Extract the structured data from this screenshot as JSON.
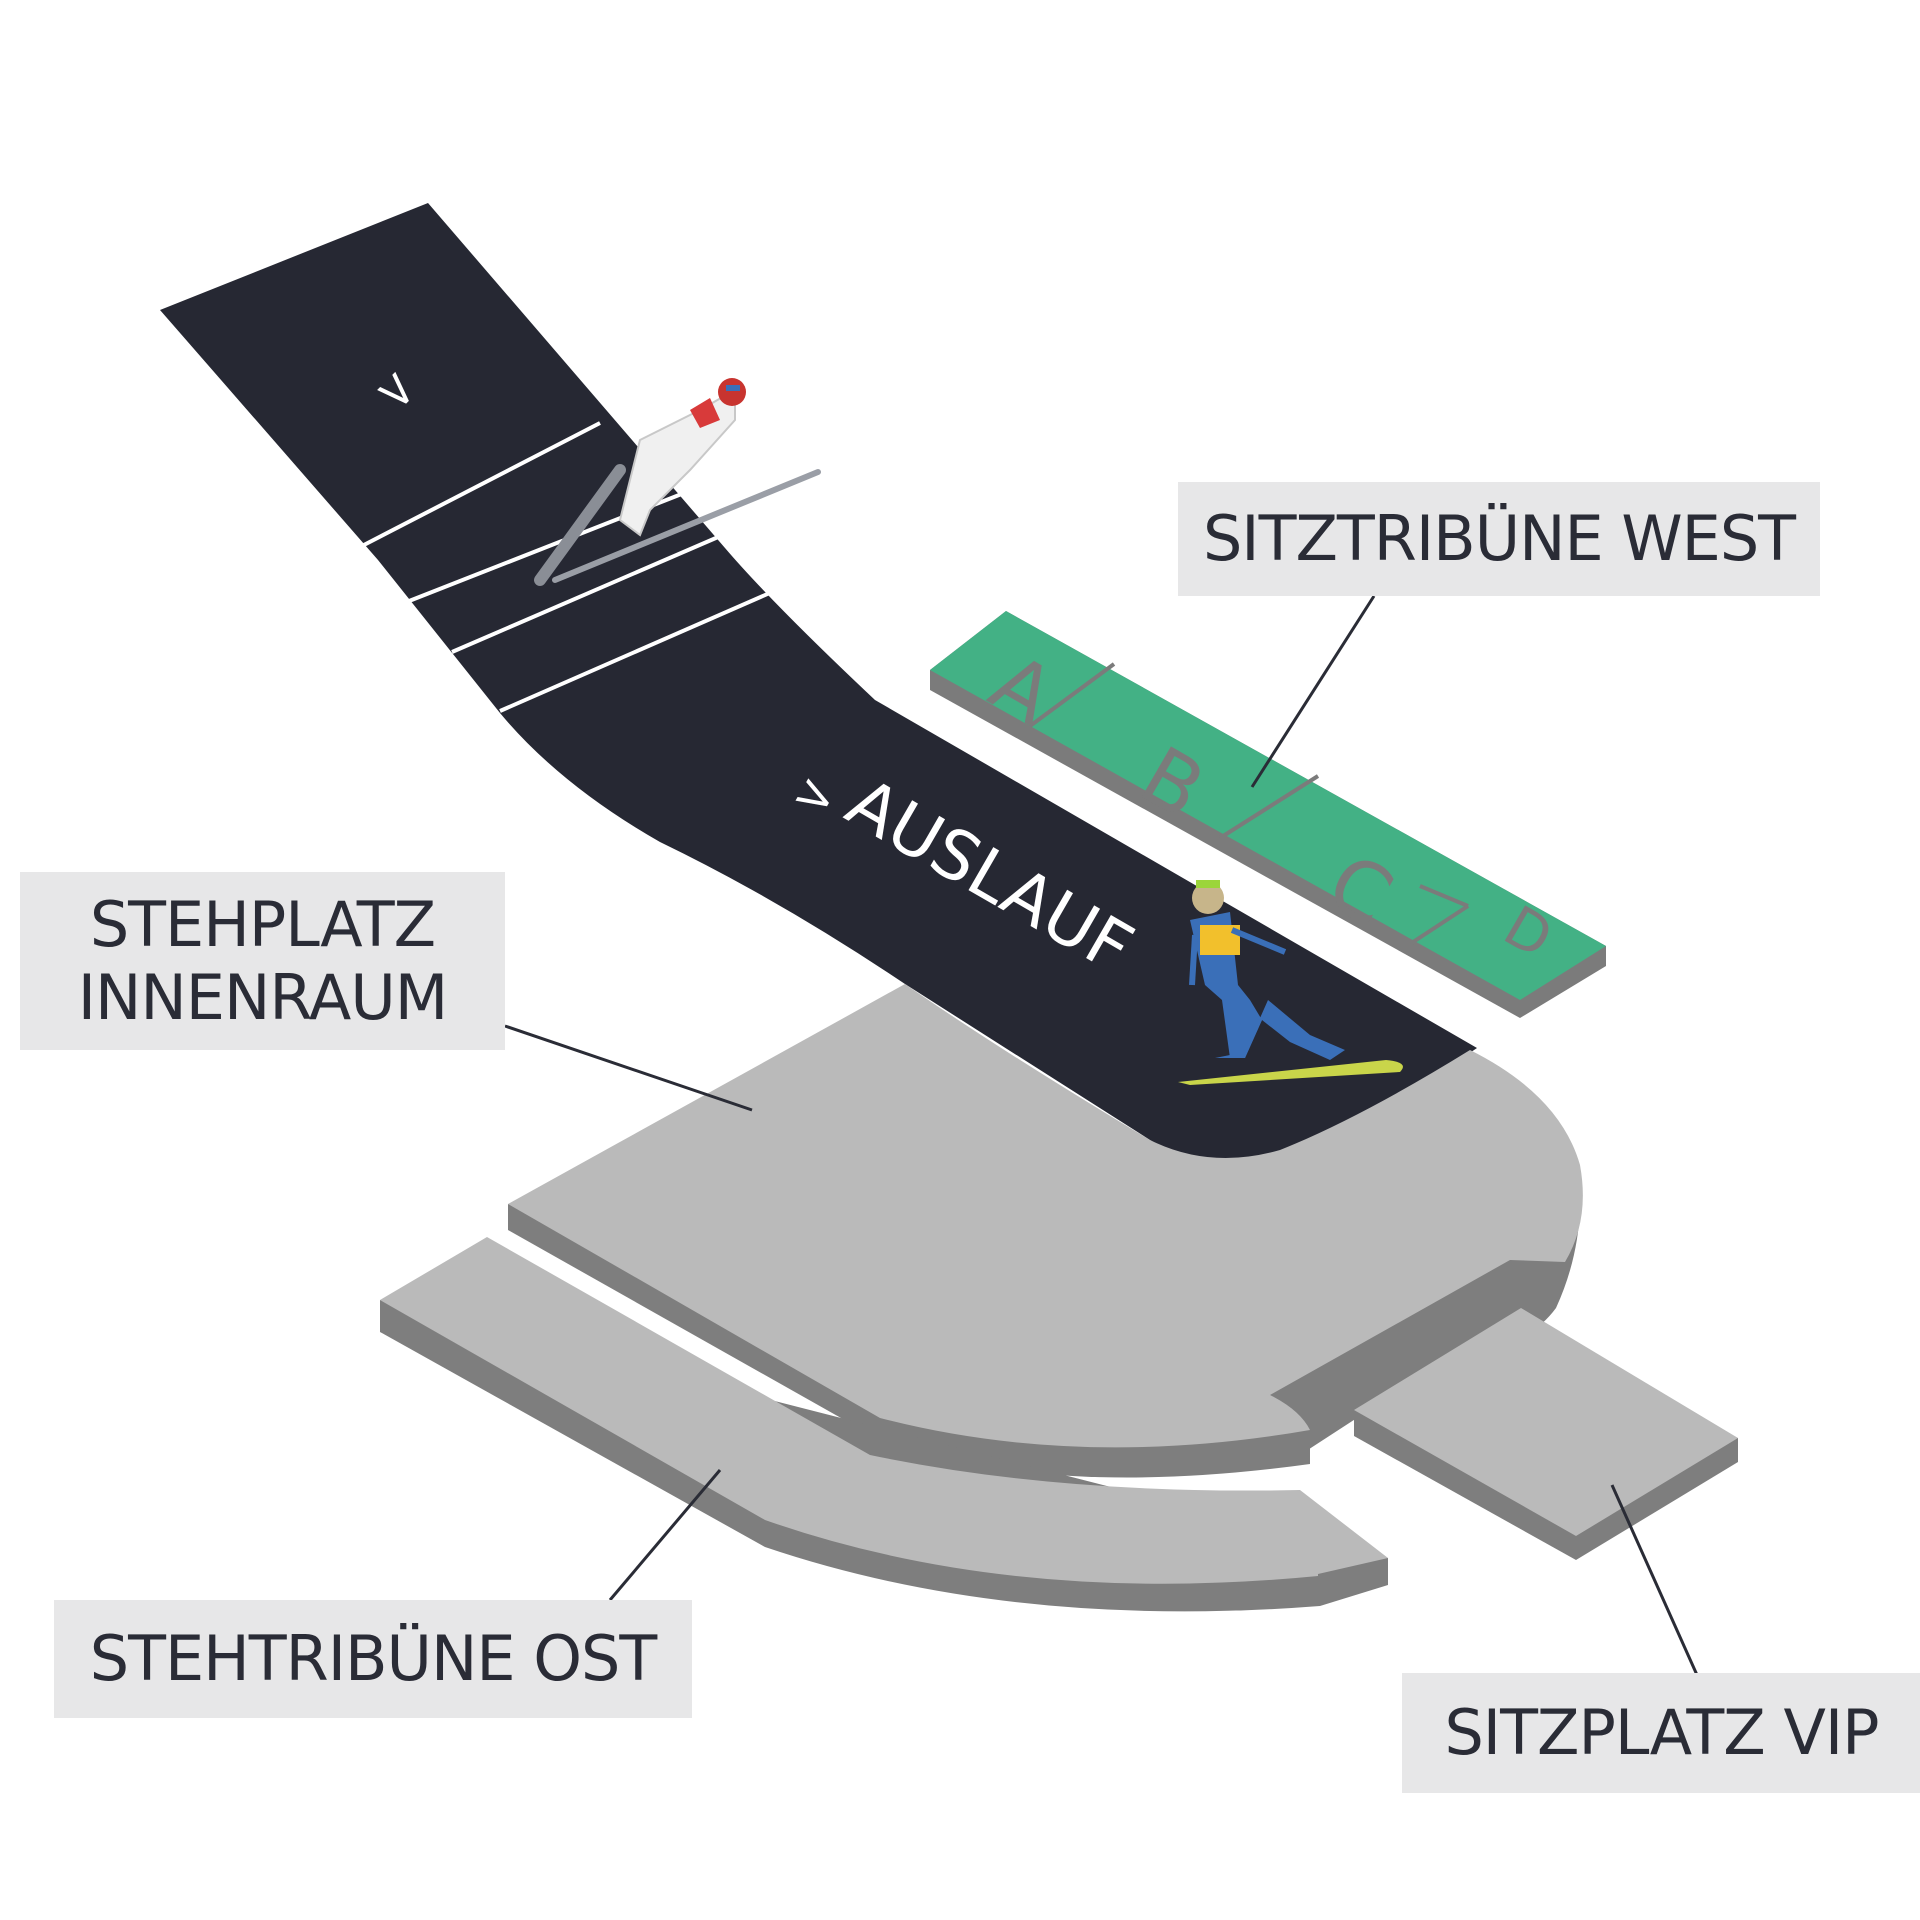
{
  "colors": {
    "ramp": "#262833",
    "ramp_stripe": "#ffffff",
    "stand_green_top": "#43b185",
    "stand_green_side": "#7b7b7b",
    "grey_top": "#bababa",
    "grey_side": "#7e7e7e",
    "label_bg": "#e7e7e8",
    "label_text": "#2a2c36",
    "leader_line": "#2a2c36"
  },
  "ramp": {
    "label": "AUSLAUF",
    "arrow_glyph": ">"
  },
  "west_stand": {
    "label": "SITZTRIBÜNE WEST",
    "blocks": [
      "A",
      "B",
      "C",
      "D"
    ]
  },
  "areas": {
    "innenraum_line1": "STEHPLATZ",
    "innenraum_line2": "INNENRAUM",
    "ost": "STEHTRIBÜNE OST",
    "vip": "SITZPLATZ VIP"
  },
  "icons": [
    "ski-jumper-flight-icon",
    "ski-jumper-landing-icon"
  ]
}
